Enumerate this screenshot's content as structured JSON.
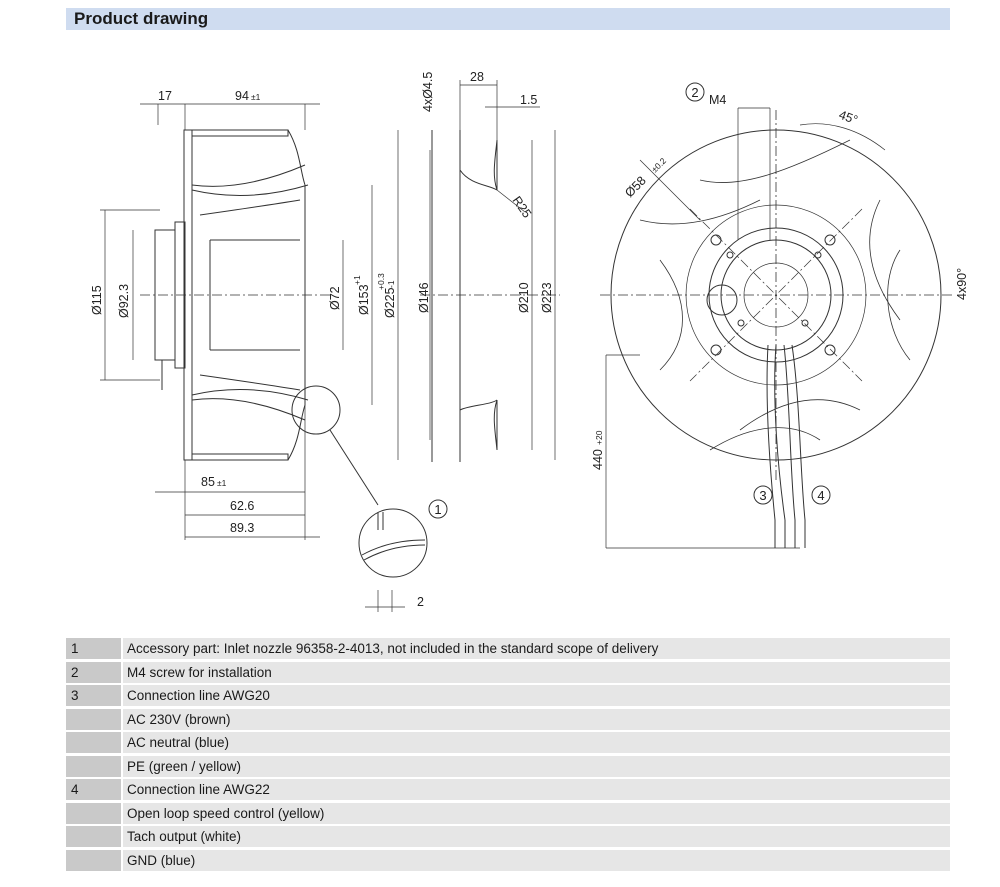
{
  "header": {
    "title": "Product drawing"
  },
  "dimensions": {
    "d17": "17",
    "d94": "94",
    "d94_tol": "±1",
    "d115": "Ø115",
    "d92_3": "Ø92.3",
    "d72": "Ø72",
    "d153": "Ø153",
    "d153_tol": "+1",
    "d225": "Ø225",
    "d225_tol_top": "+0.3",
    "d225_tol_bot": "-1",
    "d85": "85",
    "d85_tol": "±1",
    "d62_6": "62.6",
    "d89_3": "89.3",
    "holes": "4xØ4.5",
    "d28": "28",
    "d1_5": "1.5",
    "r25": "R25",
    "d146": "Ø146",
    "d210": "Ø210",
    "d223": "Ø223",
    "m4": "M4",
    "angle45": "45°",
    "d58": "Ø58",
    "d58_tol": "±0.2",
    "deg90": "4x90°",
    "d440": "440",
    "d440_tol": "+20",
    "d2": "2"
  },
  "callouts": [
    "1",
    "2",
    "3",
    "4"
  ],
  "legend": [
    {
      "num": "1",
      "text": "Accessory part: Inlet nozzle 96358-2-4013, not included in the standard scope of delivery"
    },
    {
      "num": "2",
      "text": "M4 screw for installation"
    },
    {
      "num": "3",
      "text": "Connection line AWG20"
    },
    {
      "num": "",
      "text": "AC 230V (brown)"
    },
    {
      "num": "",
      "text": "AC neutral (blue)"
    },
    {
      "num": "",
      "text": "PE (green / yellow)"
    },
    {
      "num": "4",
      "text": "Connection line AWG22"
    },
    {
      "num": "",
      "text": "Open loop speed control (yellow)"
    },
    {
      "num": "",
      "text": "Tach output (white)"
    },
    {
      "num": "",
      "text": "GND (blue)"
    }
  ]
}
